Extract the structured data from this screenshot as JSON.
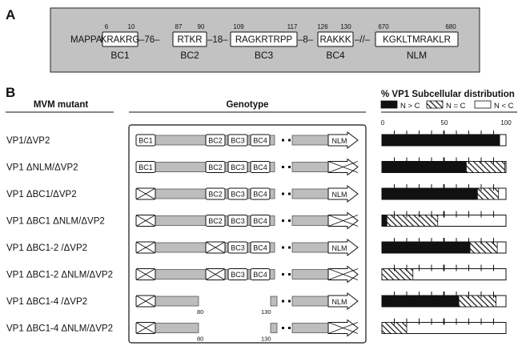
{
  "panel_a": {
    "label": "A",
    "prefix": "MAPPA",
    "motifs": [
      {
        "id": "BC1",
        "seq": "KRAKRG",
        "start": "6",
        "end": "10"
      },
      {
        "id": "BC2",
        "seq": "RTKR",
        "start": "87",
        "end": "90"
      },
      {
        "id": "BC3",
        "seq": "RAGKRTRPP",
        "start": "109",
        "end": "117"
      },
      {
        "id": "BC4",
        "seq": "RAKKK",
        "start": "126",
        "end": "130"
      },
      {
        "id": "NLM",
        "seq": "KGKLTMRAKLR",
        "start": "670",
        "end": "680"
      }
    ],
    "linkers": [
      "–76–",
      "–18–",
      "–8–",
      "–//–"
    ]
  },
  "panel_b": {
    "label": "B",
    "col_mutant": "MVM mutant",
    "col_genotype": "Genotype",
    "dist_title": "% VP1 Subcellular distribution",
    "legend": [
      {
        "label": "N > C",
        "style": "solid"
      },
      {
        "label": "N = C",
        "style": "hatched"
      },
      {
        "label": "N < C",
        "style": "empty"
      }
    ],
    "axis_ticks": [
      "0",
      "50",
      "100"
    ],
    "deletion_labels": {
      "end": "80",
      "resume": "130"
    },
    "rows": [
      {
        "name": "VP1/ΔVP2",
        "elements": [
          "BC1",
          "BC2",
          "BC3",
          "BC4",
          "NLM"
        ],
        "dist": {
          "n_gt_c": 95,
          "n_eq_c": 0,
          "n_lt_c": 5
        }
      },
      {
        "name": "VP1 ΔNLM/ΔVP2",
        "elements": [
          "BC1",
          "BC2",
          "BC3",
          "BC4",
          "xNLM"
        ],
        "dist": {
          "n_gt_c": 68,
          "n_eq_c": 31,
          "n_lt_c": 1
        }
      },
      {
        "name": "VP1 ΔBC1/ΔVP2",
        "elements": [
          "xBC1",
          "BC2",
          "BC3",
          "BC4",
          "NLM"
        ],
        "dist": {
          "n_gt_c": 77,
          "n_eq_c": 17,
          "n_lt_c": 6
        }
      },
      {
        "name": "VP1 ΔBC1 ΔNLM/ΔVP2",
        "elements": [
          "xBC1",
          "BC2",
          "BC3",
          "BC4",
          "xNLM"
        ],
        "dist": {
          "n_gt_c": 4,
          "n_eq_c": 41,
          "n_lt_c": 55
        }
      },
      {
        "name": "VP1 ΔBC1-2 /ΔVP2",
        "elements": [
          "xBC1",
          "xBC2",
          "BC3",
          "BC4",
          "NLM"
        ],
        "dist": {
          "n_gt_c": 71,
          "n_eq_c": 22,
          "n_lt_c": 7
        }
      },
      {
        "name": "VP1 ΔBC1-2 ΔNLM/ΔVP2",
        "elements": [
          "xBC1",
          "xBC2",
          "BC3",
          "BC4",
          "xNLM"
        ],
        "dist": {
          "n_gt_c": 0,
          "n_eq_c": 25,
          "n_lt_c": 75
        }
      },
      {
        "name": "VP1 ΔBC1-4 /ΔVP2",
        "elements": [
          "xBC1",
          "NLM"
        ],
        "dist": {
          "n_gt_c": 62,
          "n_eq_c": 30,
          "n_lt_c": 8
        }
      },
      {
        "name": "VP1 ΔBC1-4 ΔNLM/ΔVP2",
        "elements": [
          "xBC1",
          "xNLM"
        ],
        "dist": {
          "n_gt_c": 0,
          "n_eq_c": 20,
          "n_lt_c": 80
        }
      }
    ]
  }
}
